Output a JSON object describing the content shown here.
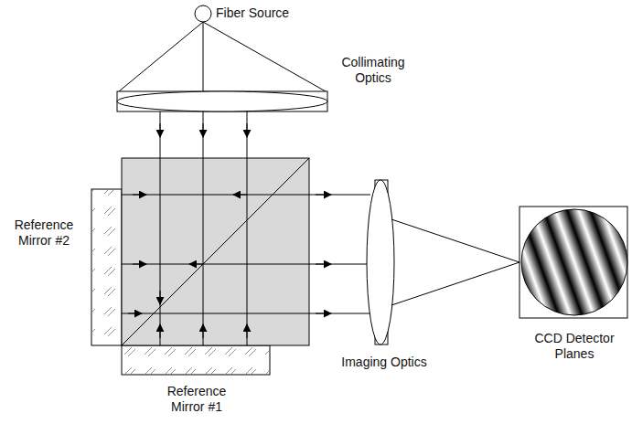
{
  "diagram": {
    "labels": [
      "Fiber Source",
      "Collimating Optics",
      "Reference Mirror #2",
      "Reference Mirror #1",
      "Imaging Optics",
      "CCD Detector Planes"
    ]
  }
}
